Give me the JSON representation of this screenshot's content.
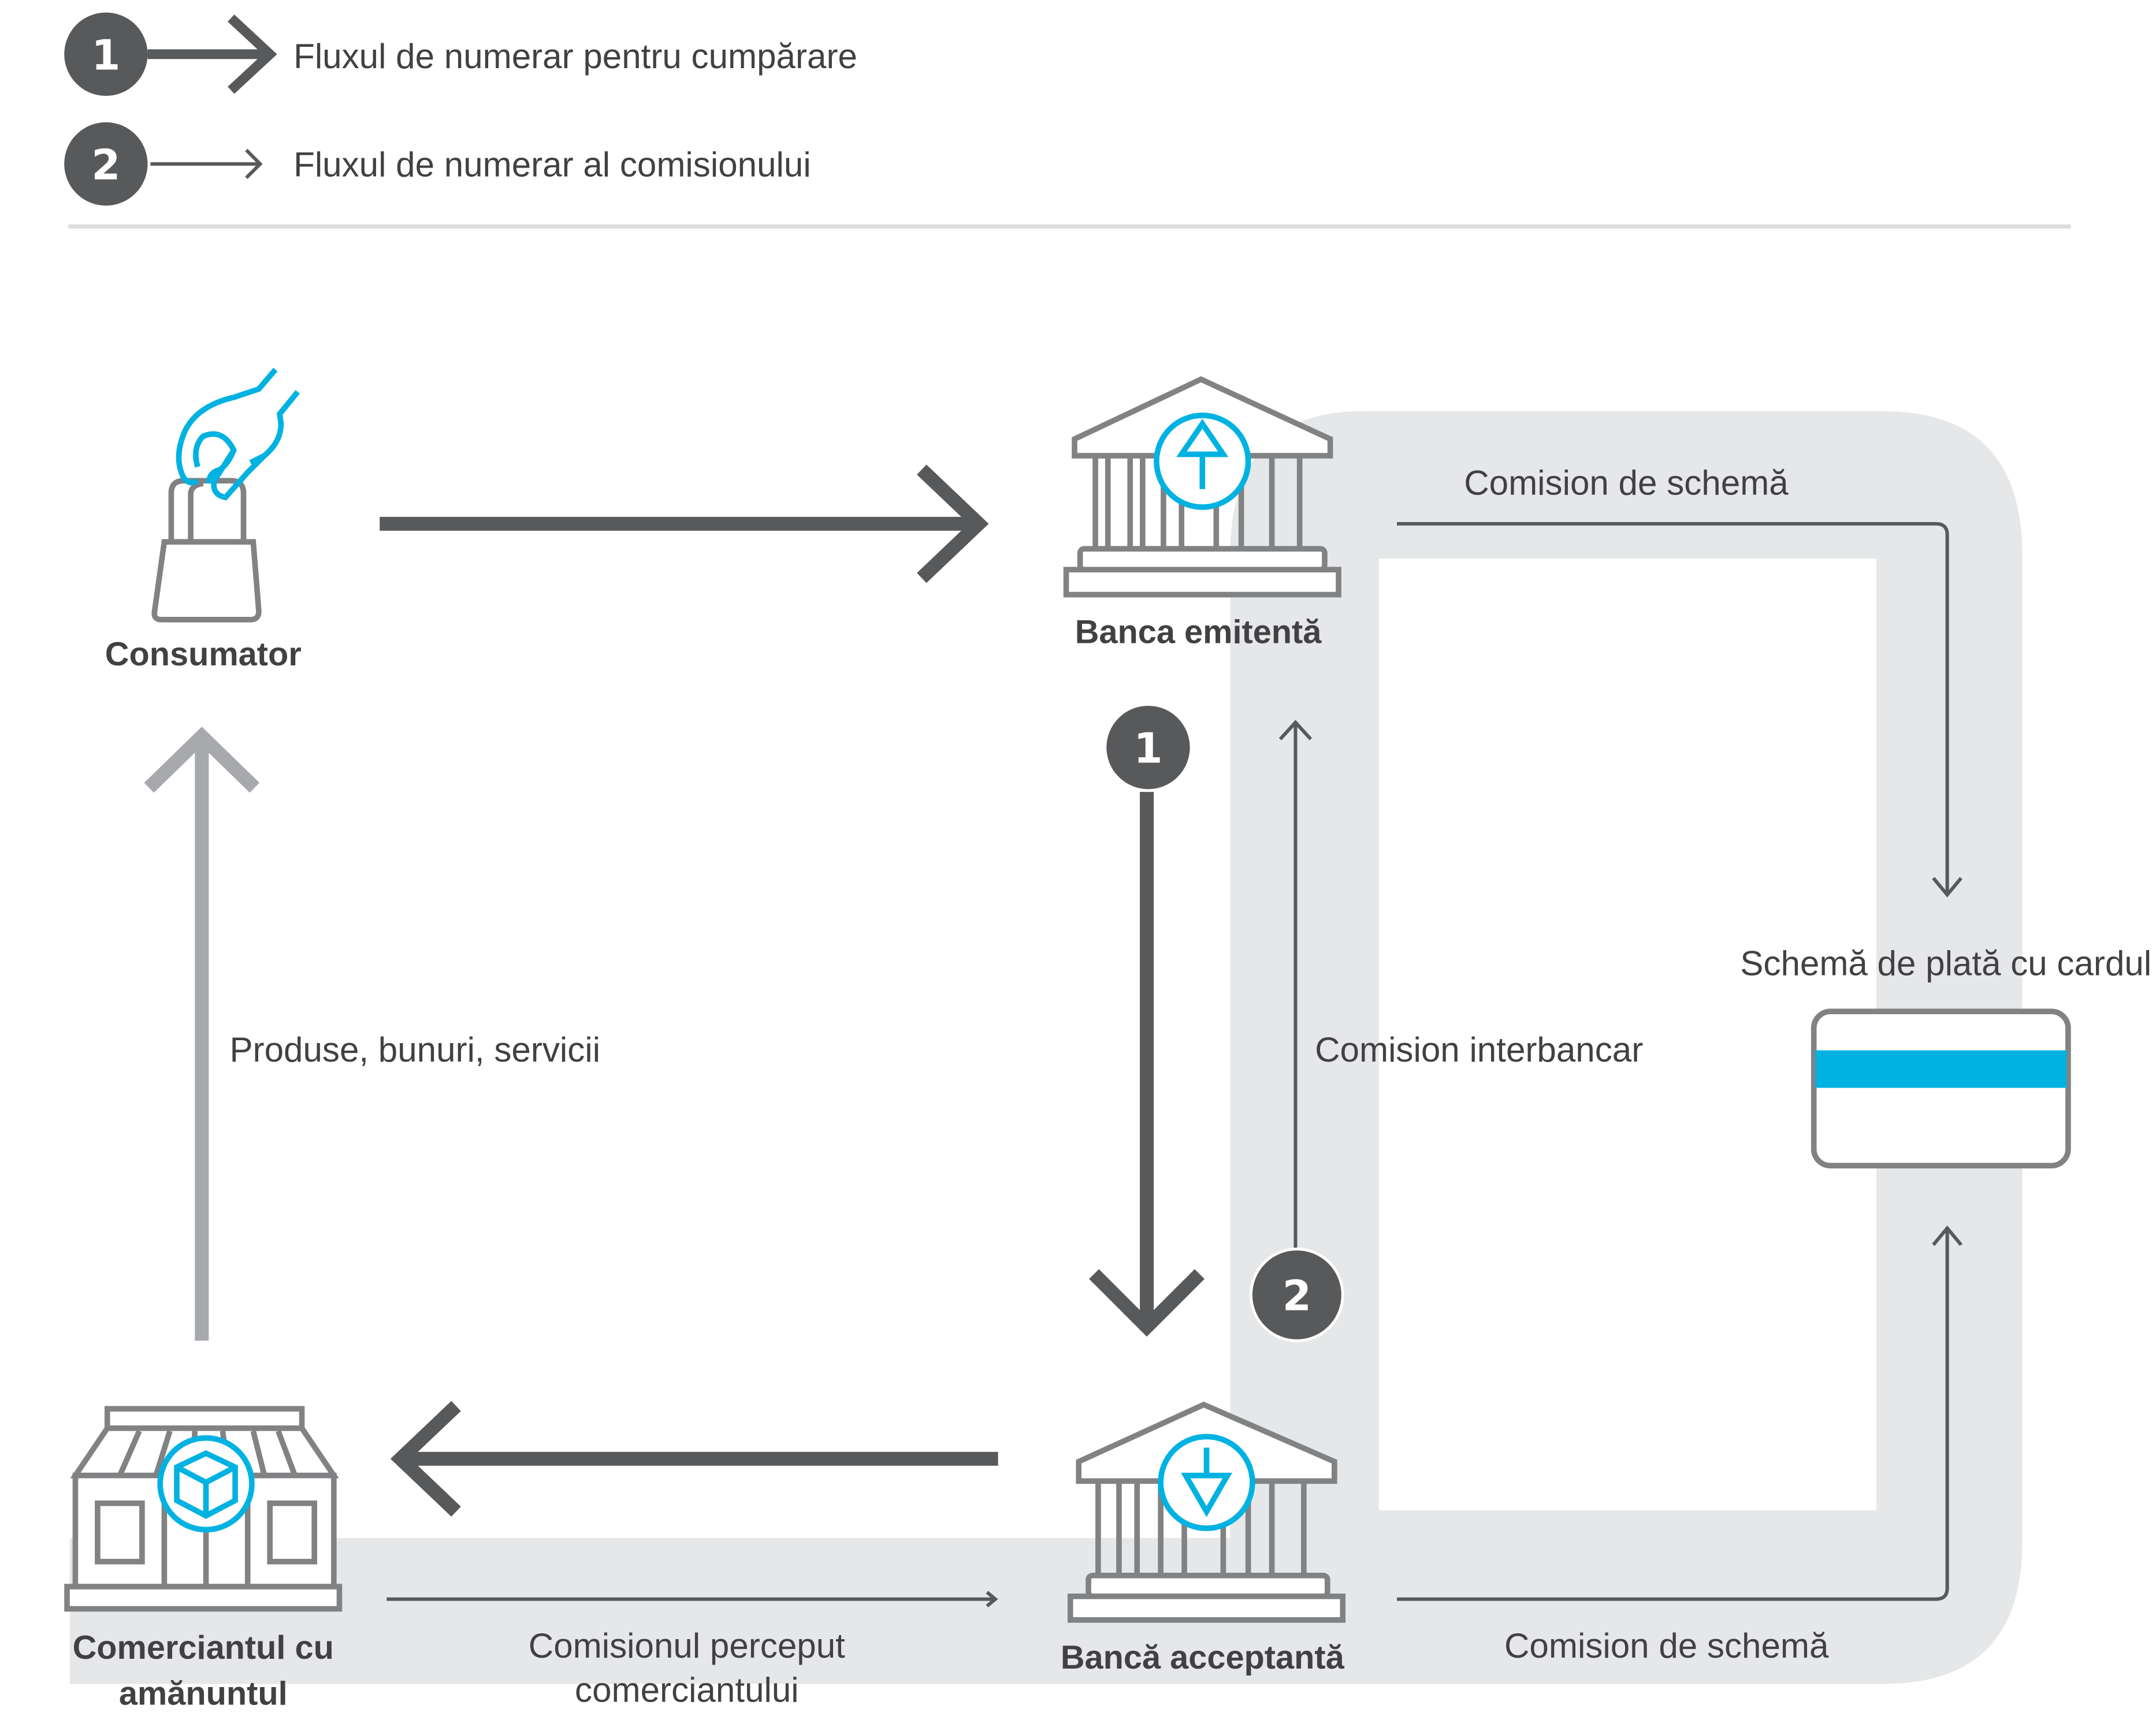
{
  "colors": {
    "accent_blue": "#00b2e2",
    "dark_gray": "#58595b",
    "icon_gray": "#818284",
    "light_arrow_gray": "#a8a9ad",
    "band_gray": "#e6e7e8",
    "text": "#414143"
  },
  "legend": {
    "items": [
      {
        "number": "1",
        "label": "Fluxul de numerar pentru cumpărare",
        "arrow": "thick-arrow-icon"
      },
      {
        "number": "2",
        "label": "Fluxul de numerar al comisionului",
        "arrow": "thin-arrow-icon"
      }
    ]
  },
  "nodes": {
    "consumer": {
      "label": "Consumator",
      "icon": "shopping-bag-hand-icon"
    },
    "issuing_bank": {
      "label": "Banca emitentă",
      "icon": "bank-up-arrow-icon"
    },
    "acquiring_bank": {
      "label": "Bancă acceptantă",
      "icon": "bank-down-arrow-icon"
    },
    "merchant": {
      "label_line1": "Comerciantul cu",
      "label_line2": "amănuntul",
      "icon": "storefront-box-icon"
    },
    "card_scheme": {
      "label": "Schemă de plată cu cardul",
      "icon": "credit-card-icon"
    }
  },
  "flows": {
    "goods": {
      "label": "Produse, bunuri, servicii"
    },
    "interchange": {
      "label": "Comision interbancar",
      "badge": "2"
    },
    "purchase_badge": "1",
    "scheme_fee_top": {
      "label": "Comision de schemă"
    },
    "scheme_fee_bottom": {
      "label": "Comision de schemă"
    },
    "merchant_fee": {
      "label_line1": "Comisionul perceput",
      "label_line2": "comerciantului"
    }
  }
}
